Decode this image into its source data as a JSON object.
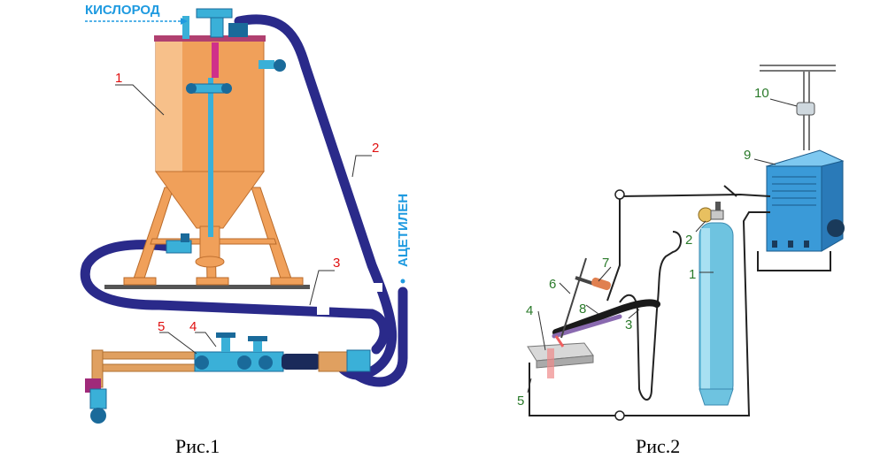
{
  "figure1": {
    "caption": "Рис.1",
    "oxygen_label": "КИСЛОРОД",
    "acetylene_label": "АЦЕТИЛЕН",
    "callouts": [
      "1",
      "2",
      "3",
      "4",
      "5"
    ]
  },
  "figure2": {
    "caption": "Рис.2",
    "callouts": [
      "1",
      "2",
      "3",
      "4",
      "5",
      "6",
      "7",
      "8",
      "9",
      "10"
    ]
  },
  "colors": {
    "tank": "#f0a05a",
    "hose": "#2a2a8a",
    "pipe": "#3ab0d8",
    "cylinder": "#6ec3e0",
    "machine": "#3a9ad8",
    "callout_red": "#e01010",
    "callout_green": "#2a7a2a",
    "label_blue": "#1e9ae0"
  }
}
